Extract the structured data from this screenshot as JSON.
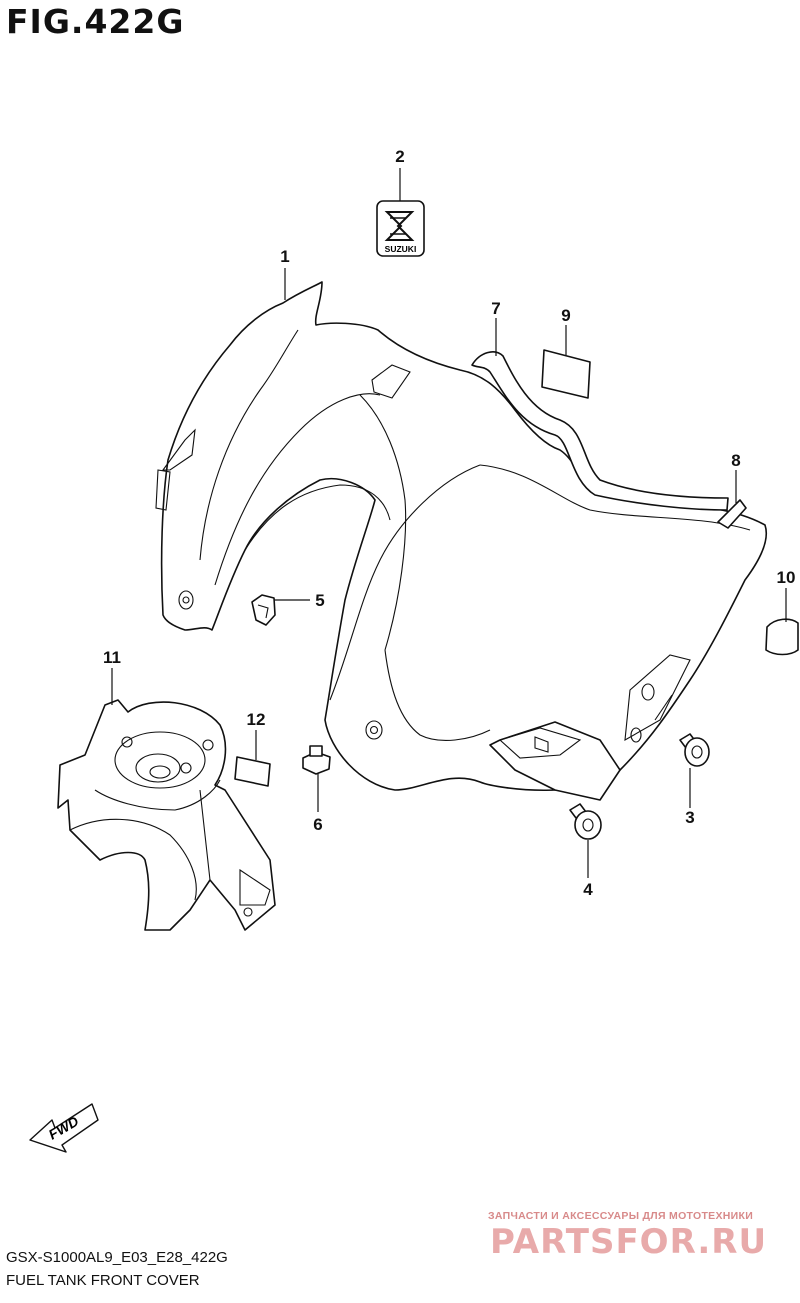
{
  "figure": {
    "title": "FIG.422G"
  },
  "callouts": [
    "1",
    "2",
    "3",
    "4",
    "5",
    "6",
    "7",
    "8",
    "9",
    "10",
    "11",
    "12"
  ],
  "emblem_text": "SUZUKI",
  "direction_arrow": {
    "text": "FWD"
  },
  "footer": {
    "model_code": "GSX-S1000AL9_E03_E28_422G",
    "description": "FUEL TANK FRONT COVER"
  },
  "watermark": {
    "tagline": "ЗАПЧАСТИ И АКСЕССУАРЫ ДЛЯ МОТОТЕХНИКИ",
    "brand": "PARTSFOR.RU"
  }
}
